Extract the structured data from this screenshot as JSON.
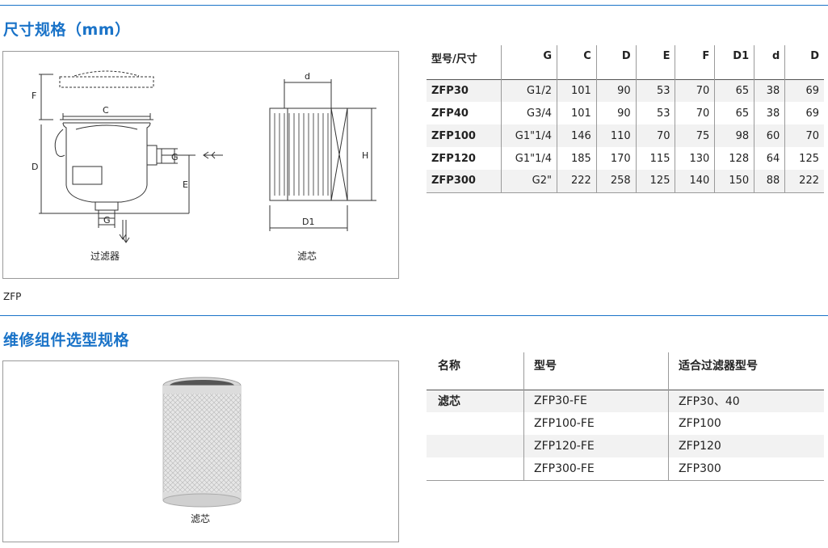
{
  "section1": {
    "title": "尺寸规格（mm）",
    "fig_label_filter": "过滤器",
    "fig_label_element": "滤芯",
    "dim_labels": {
      "F": "F",
      "C": "C",
      "D": "D",
      "G": "G",
      "E": "E",
      "d": "d",
      "H": "H",
      "D1": "D1"
    },
    "caption": "ZFP",
    "table": {
      "headers": [
        "型号/尺寸",
        "G",
        "C",
        "D",
        "E",
        "F",
        "D1",
        "d",
        "D"
      ],
      "rows": [
        [
          "ZFP30",
          "G1/2",
          "101",
          "90",
          "53",
          "70",
          "65",
          "38",
          "69"
        ],
        [
          "ZFP40",
          "G3/4",
          "101",
          "90",
          "53",
          "70",
          "65",
          "38",
          "69"
        ],
        [
          "ZFP100",
          "G1\"1/4",
          "146",
          "110",
          "70",
          "75",
          "98",
          "60",
          "70"
        ],
        [
          "ZFP120",
          "G1\"1/4",
          "185",
          "170",
          "115",
          "130",
          "128",
          "64",
          "125"
        ],
        [
          "ZFP300",
          "G2\"",
          "222",
          "258",
          "125",
          "140",
          "150",
          "88",
          "222"
        ]
      ]
    }
  },
  "section2": {
    "title": "维修组件选型规格",
    "fig_label": "滤芯",
    "table": {
      "headers": [
        "名称",
        "型号",
        "适合过滤器型号"
      ],
      "rows": [
        [
          "滤芯",
          "ZFP30-FE",
          "ZFP30、40"
        ],
        [
          "",
          "ZFP100-FE",
          "ZFP100"
        ],
        [
          "",
          "ZFP120-FE",
          "ZFP120"
        ],
        [
          "",
          "ZFP300-FE",
          "ZFP300"
        ]
      ]
    }
  },
  "colors": {
    "accent": "#1a73c8",
    "border": "#9a9a9a",
    "row_shade": "#f2f2f2"
  }
}
